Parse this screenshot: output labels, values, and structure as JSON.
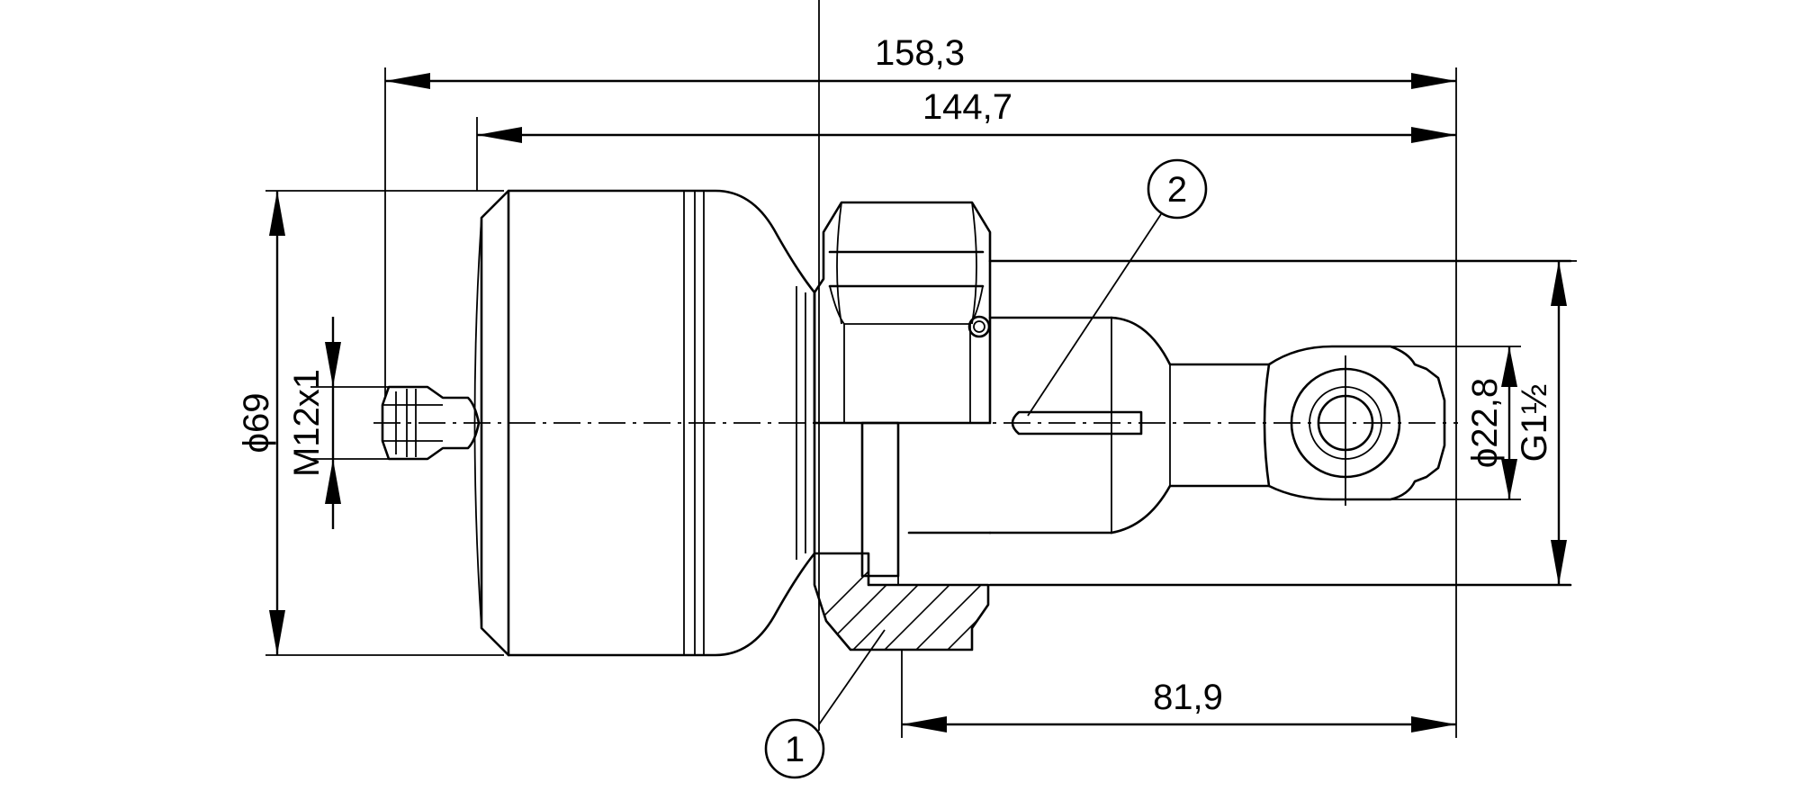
{
  "dimensions": {
    "overall_length": "158,3",
    "body_length": "144,7",
    "probe_length": "81,9",
    "housing_diameter": "ϕ69",
    "connector_thread": "M12x1",
    "probe_diameter": "ϕ22,8",
    "process_thread": "G1½"
  },
  "callouts": {
    "item_1": "1",
    "item_2": "2"
  }
}
